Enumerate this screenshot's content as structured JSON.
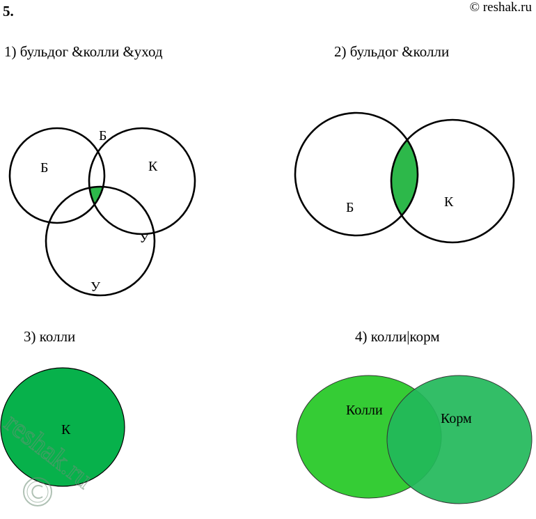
{
  "task_number": "5.",
  "watermark_top": "© reshak.ru",
  "watermark_diag": "reshak.ru",
  "colors": {
    "highlight": "#2db84a",
    "kolli_fill": "#35cc35",
    "korm_fill": "#22b85a",
    "overlap_fill": "#0aaa48",
    "single_fill": "#07b14b"
  },
  "diagrams": [
    {
      "caption": "1) бульдог &колли &уход",
      "labels": [
        "Б",
        "Б",
        "К",
        "У",
        "У"
      ]
    },
    {
      "caption": "2) бульдог &колли",
      "labels": [
        "Б",
        "К"
      ]
    },
    {
      "caption": "3) колли",
      "labels": [
        "К"
      ]
    },
    {
      "caption": "4) колли|корм",
      "labels": [
        "Колли",
        "Корм"
      ]
    }
  ]
}
